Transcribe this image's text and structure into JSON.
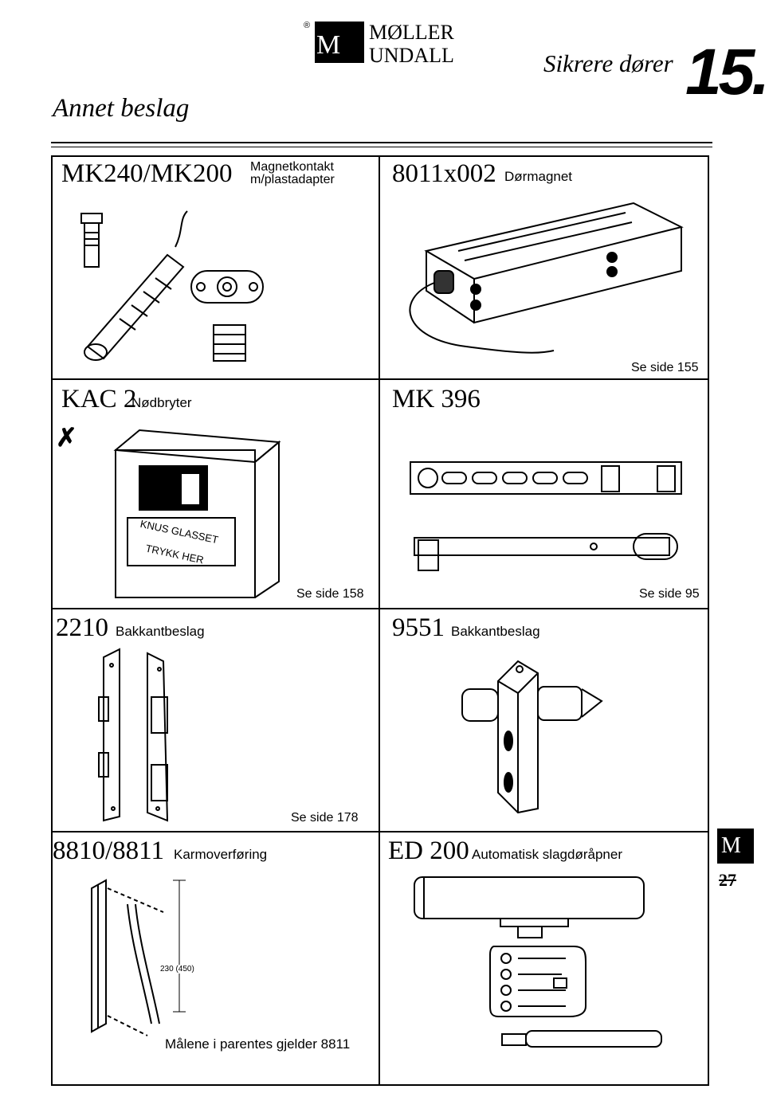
{
  "header": {
    "registered": "®",
    "logo_letter": "M",
    "brand_line1": "MØLLER",
    "brand_line2": "UNDALL",
    "section": "Annet beslag",
    "subtitle": "Sikrere dører",
    "page_number": "15.",
    "side_number": "27"
  },
  "products": [
    {
      "code": "MK240/MK200",
      "desc_line1": "Magnetkontakt",
      "desc_line2": "m/plastadapter",
      "ref": ""
    },
    {
      "code": "8011x002",
      "desc": "Dørmagnet",
      "ref": "Se side 155"
    },
    {
      "code": "KAC 2",
      "desc": "Nødbryter",
      "ref": "Se side 158",
      "label_top": "KNUS GLASSET",
      "label_bottom": "TRYKK HER"
    },
    {
      "code": "MK 396",
      "desc": "",
      "ref": "Se side 95"
    },
    {
      "code": "2210",
      "desc": "Bakkantbeslag",
      "ref": "Se side 178"
    },
    {
      "code": "9551",
      "desc": "Bakkantbeslag",
      "ref": ""
    },
    {
      "code": "8810/8811",
      "desc": "Karmoverføring",
      "ref": "",
      "dimension": "230 (450)",
      "note": "Målene i parentes gjelder 8811"
    },
    {
      "code": "ED 200",
      "desc": "Automatisk slagdøråpner",
      "ref": ""
    }
  ]
}
